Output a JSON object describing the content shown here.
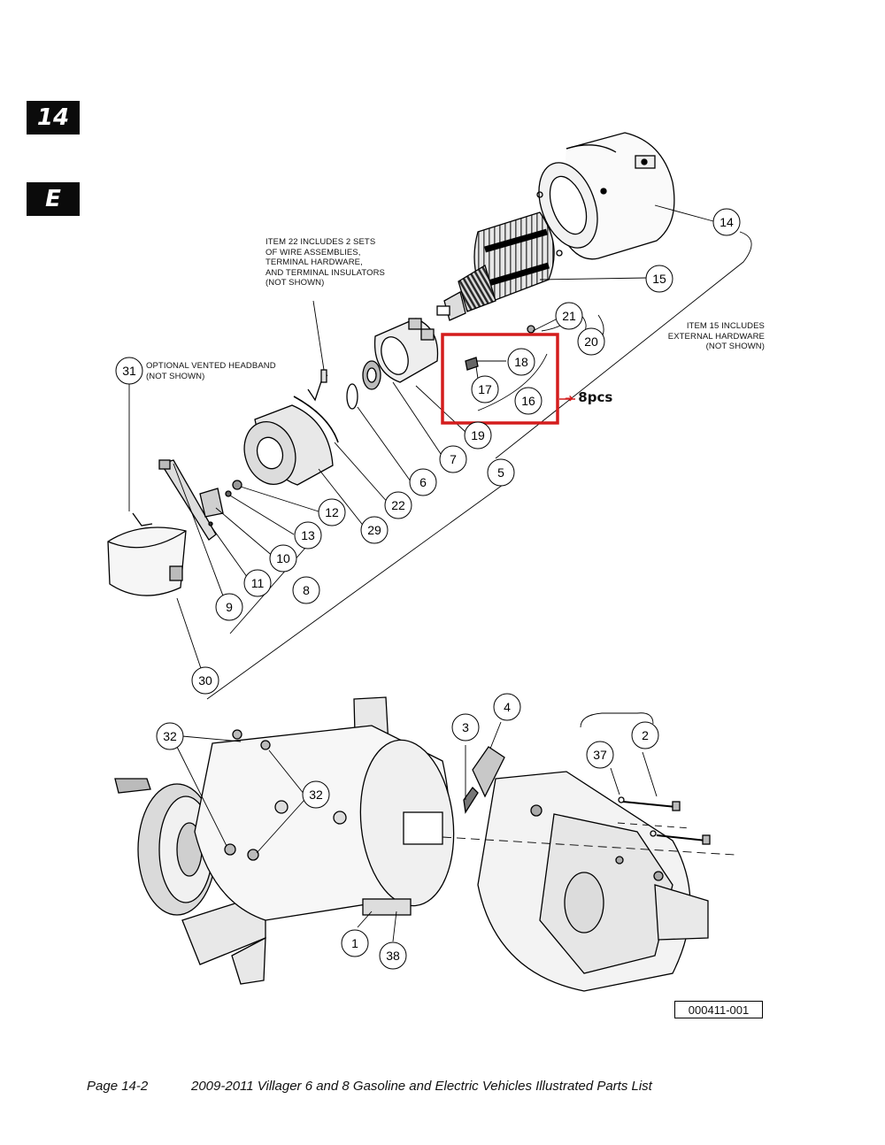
{
  "tabs": {
    "section": "14",
    "letter": "E"
  },
  "notes": {
    "item22": [
      "ITEM 22 INCLUDES 2 SETS",
      "OF WIRE ASSEMBLIES,",
      "TERMINAL HARDWARE,",
      "AND TERMINAL INSULATORS",
      "(NOT SHOWN)"
    ],
    "item15": [
      "ITEM 15 INCLUDES",
      "EXTERNAL HARDWARE",
      "(NOT SHOWN)"
    ],
    "headband": [
      "OPTIONAL VENTED HEADBAND",
      "(NOT SHOWN)"
    ]
  },
  "callouts": [
    "14",
    "15",
    "21",
    "20",
    "18",
    "17",
    "16",
    "19",
    "7",
    "5",
    "6",
    "22",
    "29",
    "12",
    "13",
    "10",
    "11",
    "8",
    "9",
    "31",
    "30",
    "32",
    "32",
    "3",
    "4",
    "2",
    "37",
    "1",
    "38"
  ],
  "annotation": {
    "quantity": "8pcs",
    "highlight_color": "#d41c1c"
  },
  "figure_number": "000411-001",
  "footer": {
    "page": "Page 14-2",
    "title": "2009-2011  Villager 6 and 8 Gasoline and Electric Vehicles  Illustrated Parts List"
  }
}
